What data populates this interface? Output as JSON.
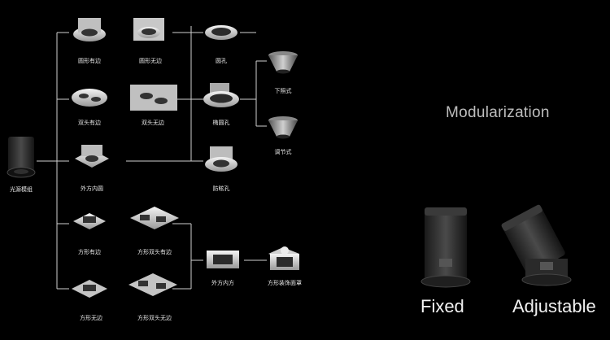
{
  "title": "Modularization",
  "source": {
    "label": "光源模组"
  },
  "trims": {
    "round_with_edge": "圆形有边",
    "round_no_edge": "圆形无边",
    "double_with_edge": "双头有边",
    "double_no_edge": "双头无边",
    "square_out_round_in": "外方内圆",
    "square_with_edge": "方形有边",
    "square_double_with_edge": "方形双头有边",
    "square_no_edge": "方形无边",
    "square_double_no_edge": "方形双头无边"
  },
  "holes": {
    "round_hole": "圆孔",
    "oval_hole": "椭圆孔",
    "anti_glare_hole": "防眩孔",
    "square_out_square_in": "外方内方"
  },
  "reflectors": {
    "downlight": "下照式",
    "adjustable": "调节式",
    "square_cover": "方形装饰面罩"
  },
  "variants": {
    "fixed": "Fixed",
    "adjustable": "Adjustable"
  },
  "colors": {
    "background": "#000000",
    "lines": "#cfcfcf",
    "trim": "#d9d9d9",
    "housing": "#2a2a2a"
  }
}
